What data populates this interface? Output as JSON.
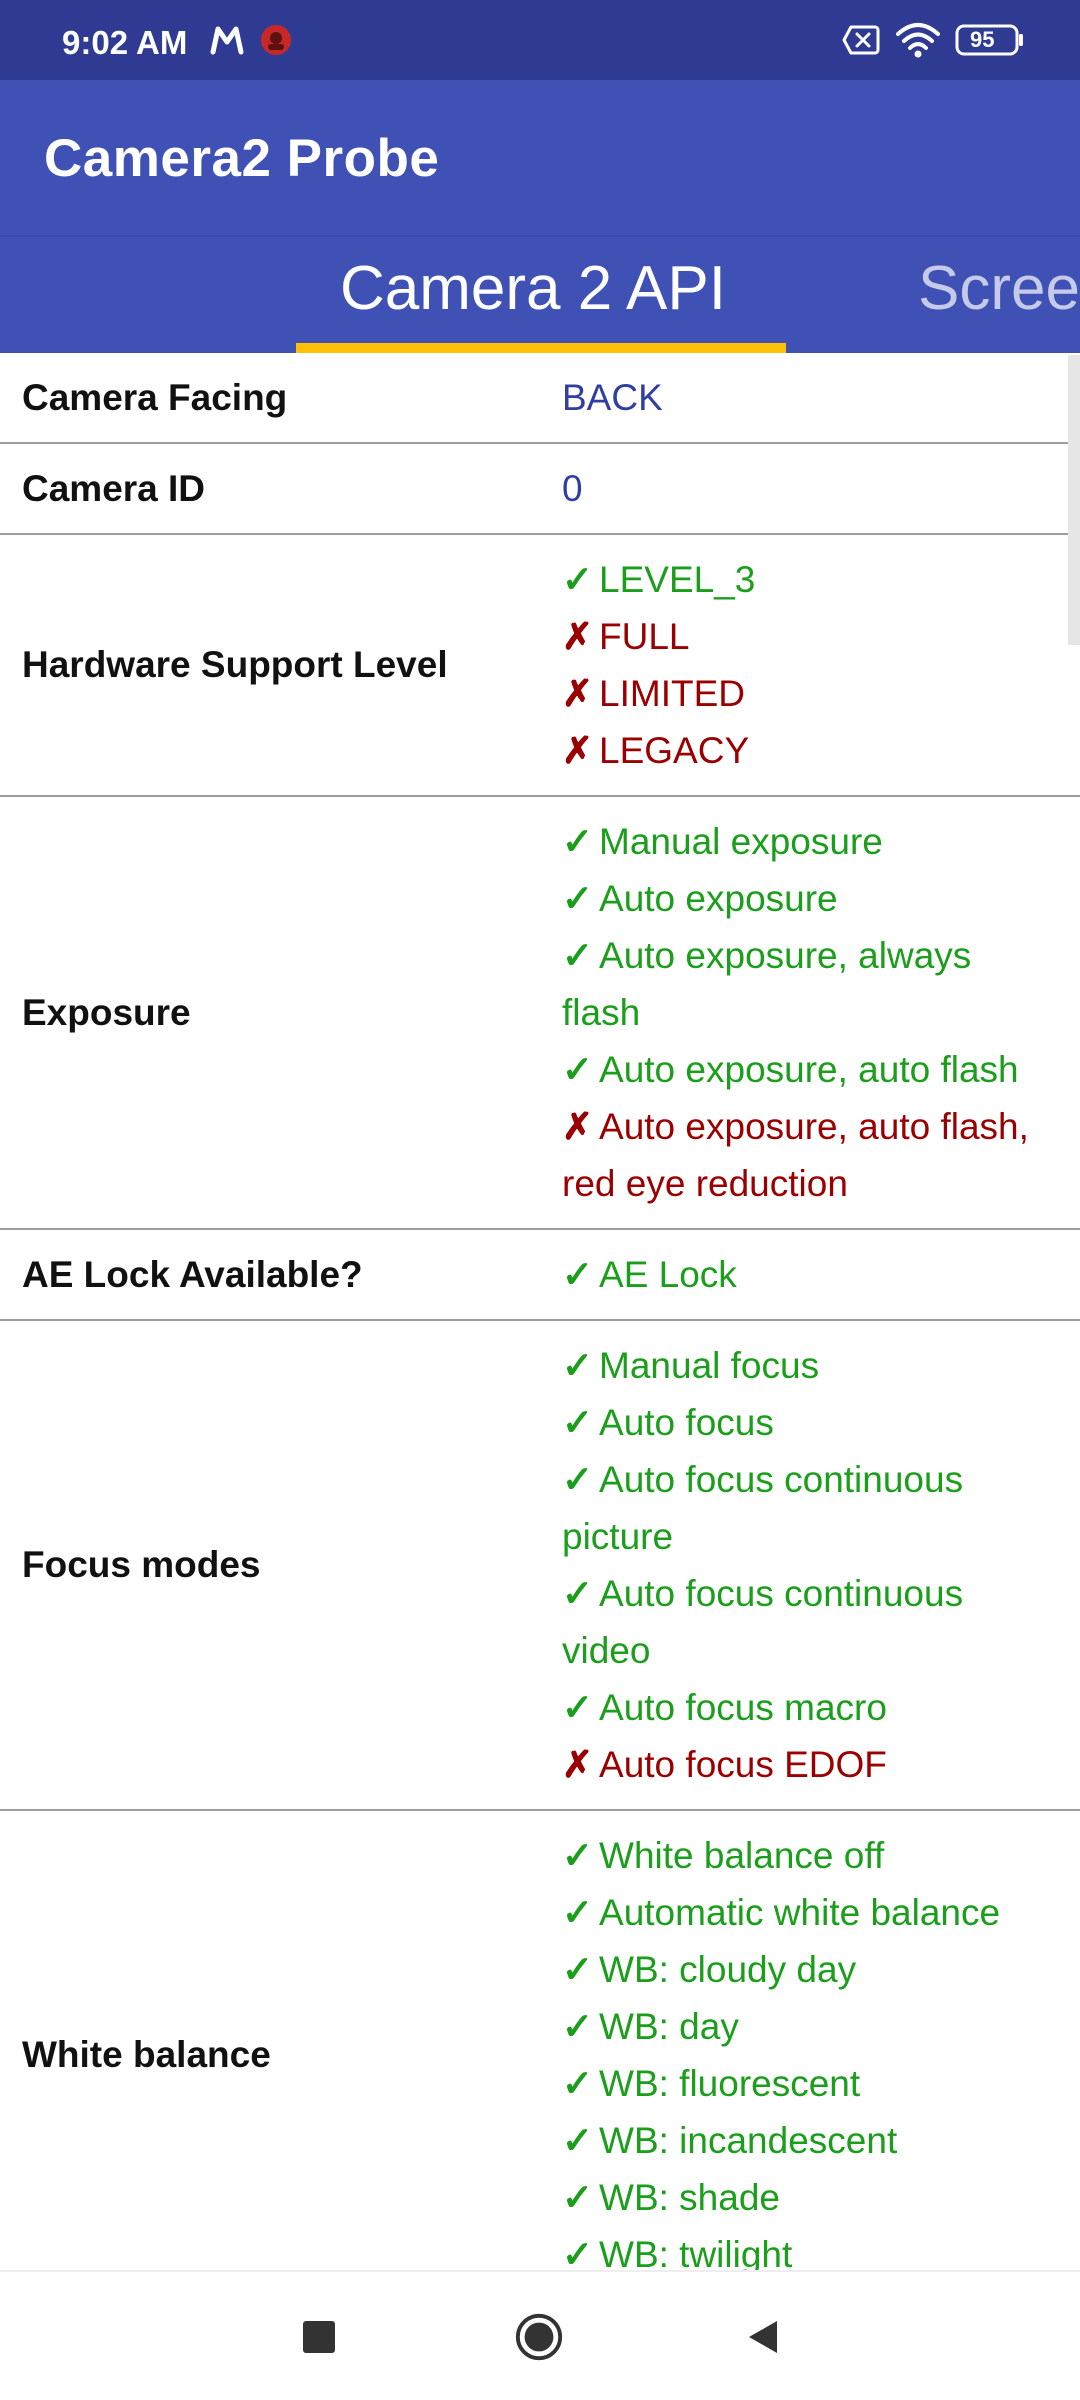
{
  "status_bar": {
    "time": "9:02 AM",
    "battery": "95",
    "icons": [
      "m-logo-icon",
      "bug-notification-icon",
      "sim-x-icon",
      "wifi-icon",
      "battery-icon"
    ]
  },
  "app": {
    "title": "Camera2 Probe"
  },
  "tabs": [
    {
      "label": "Camera 2 API",
      "active": true
    },
    {
      "label": "Scree",
      "active": false
    }
  ],
  "rows": [
    {
      "label": "Camera Facing",
      "values": [
        {
          "text": "BACK",
          "status": "plain"
        }
      ]
    },
    {
      "label": "Camera ID",
      "values": [
        {
          "text": "0",
          "status": "plain"
        }
      ]
    },
    {
      "label": "Hardware Support Level",
      "values": [
        {
          "text": "LEVEL_3",
          "status": "ok"
        },
        {
          "text": "FULL",
          "status": "no"
        },
        {
          "text": "LIMITED",
          "status": "no"
        },
        {
          "text": "LEGACY",
          "status": "no"
        }
      ]
    },
    {
      "label": "Exposure",
      "values": [
        {
          "text": "Manual exposure",
          "status": "ok"
        },
        {
          "text": "Auto exposure",
          "status": "ok"
        },
        {
          "text": "Auto exposure, always flash",
          "status": "ok"
        },
        {
          "text": "Auto exposure, auto flash",
          "status": "ok"
        },
        {
          "text": "Auto exposure, auto flash, red eye reduction",
          "status": "no"
        }
      ]
    },
    {
      "label": "AE Lock Available?",
      "values": [
        {
          "text": "AE Lock",
          "status": "ok"
        }
      ]
    },
    {
      "label": "Focus modes",
      "values": [
        {
          "text": "Manual focus",
          "status": "ok"
        },
        {
          "text": "Auto focus",
          "status": "ok"
        },
        {
          "text": "Auto focus continuous picture",
          "status": "ok"
        },
        {
          "text": "Auto focus continuous video",
          "status": "ok"
        },
        {
          "text": "Auto focus macro",
          "status": "ok"
        },
        {
          "text": "Auto focus EDOF",
          "status": "no"
        }
      ]
    },
    {
      "label": "White balance",
      "values": [
        {
          "text": "White balance off",
          "status": "ok"
        },
        {
          "text": "Automatic white balance",
          "status": "ok"
        },
        {
          "text": "WB: cloudy day",
          "status": "ok"
        },
        {
          "text": "WB: day",
          "status": "ok"
        },
        {
          "text": "WB: fluorescent",
          "status": "ok"
        },
        {
          "text": "WB: incandescent",
          "status": "ok"
        },
        {
          "text": "WB: shade",
          "status": "ok"
        },
        {
          "text": "WB: twilight",
          "status": "ok"
        }
      ]
    }
  ],
  "marks": {
    "ok": "✓",
    "no": "✗"
  },
  "colors": {
    "status_bar": "#2f3b93",
    "primary": "#3f51b5",
    "accent": "#ffc107",
    "ok": "#1b9e1b",
    "no": "#9b0000",
    "plain": "#303f9f"
  },
  "nav": {
    "buttons": [
      "recents-square-icon",
      "home-circle-icon",
      "back-triangle-icon"
    ]
  }
}
